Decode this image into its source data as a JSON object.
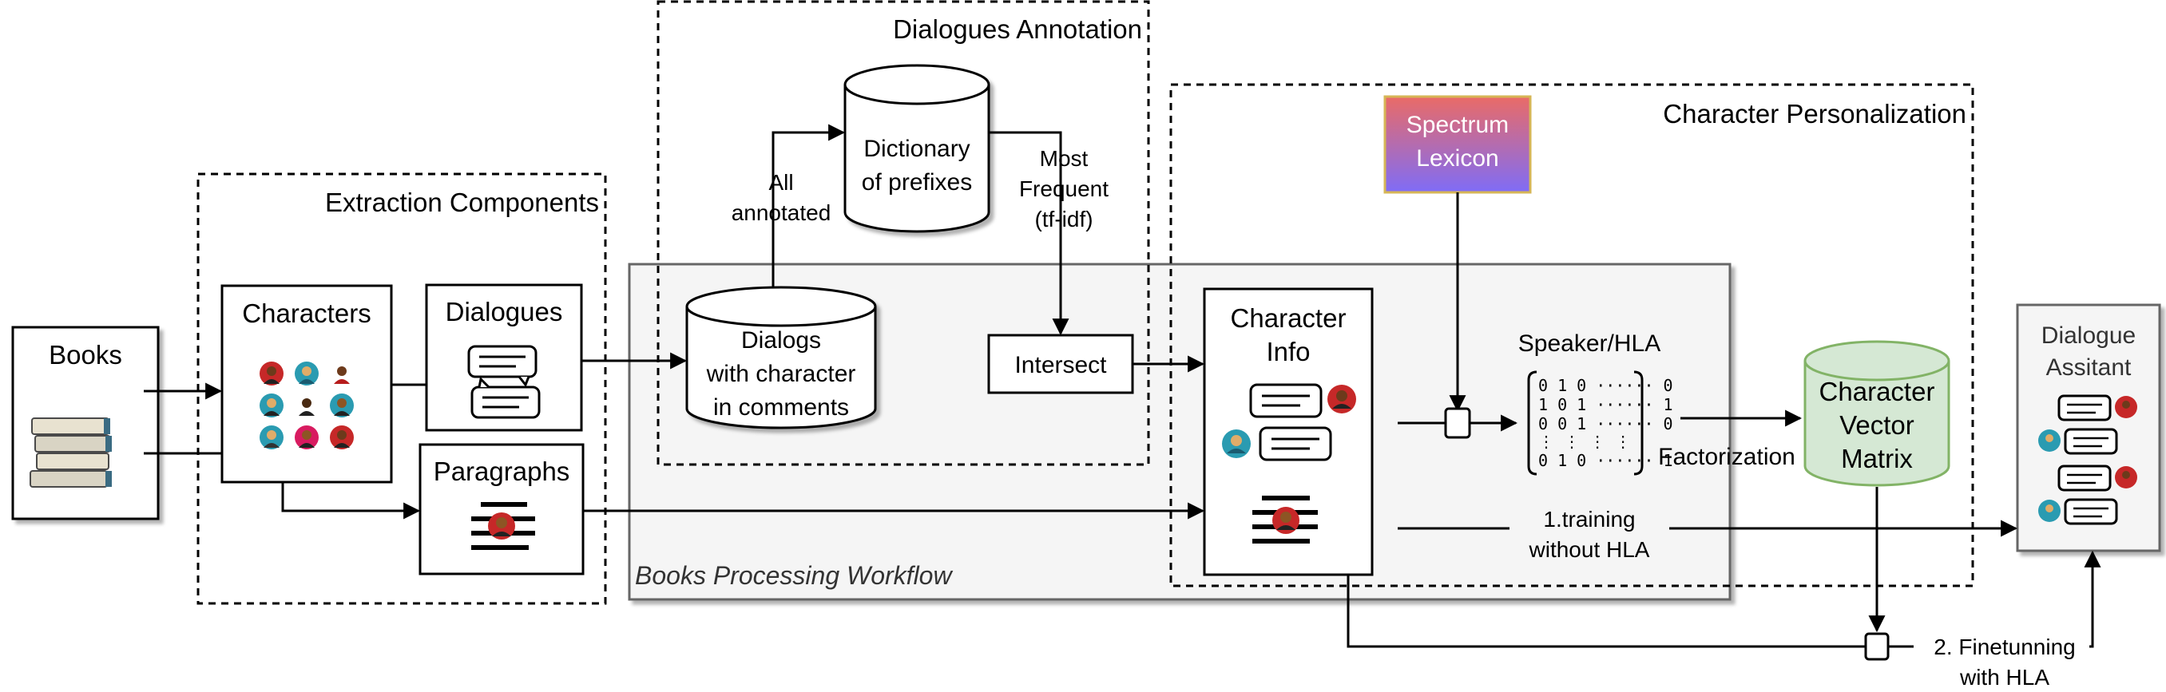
{
  "groups": {
    "extraction": "Extraction Components",
    "annotation": "Dialogues Annotation",
    "personalization": "Character Personalization",
    "workflow": "Books Processing Workflow"
  },
  "nodes": {
    "books": "Books",
    "characters": "Characters",
    "dialogues": "Dialogues",
    "paragraphs": "Paragraphs",
    "dialogs_db": [
      "Dialogs",
      "with character",
      "in comments"
    ],
    "dictionary_db": [
      "Dictionary",
      "of prefixes"
    ],
    "intersect": "Intersect",
    "character_info": [
      "Character",
      "Info"
    ],
    "spectrum_lexicon": [
      "Spectrum",
      "Lexicon"
    ],
    "speaker_hla": "Speaker/HLA",
    "vector_matrix": [
      "Character",
      "Vector",
      "Matrix"
    ],
    "dialogue_assistant": [
      "Dialogue",
      "Assitant"
    ]
  },
  "edge_labels": {
    "all_annotated": [
      "All",
      "annotated"
    ],
    "most_frequent": [
      "Most",
      "Frequent",
      "(tf-idf)"
    ],
    "factorization": "Factorization",
    "training": [
      "1.training",
      "without HLA"
    ],
    "finetuning": [
      "2. Finetunning",
      "with HLA"
    ]
  },
  "matrix_rows": [
    "0 1 0 ······ 0",
    "1 0 1 ······ 1",
    "0 0 1 ······ 0",
    "⋮  ⋮  ⋮          ⋮",
    "0 1 0 ······ 1"
  ],
  "colors": {
    "workflow_fill": "#f5f5f5",
    "workflow_stroke": "#666666",
    "spectrum_gradient_top": "#ea6b66",
    "spectrum_gradient_bottom": "#7f6cf7",
    "spectrum_stroke": "#d6b656",
    "matrix_fill": "#d5e8d4",
    "matrix_stroke": "#82b366",
    "assistant_fill": "#f5f5f5",
    "assistant_stroke": "#666666"
  }
}
